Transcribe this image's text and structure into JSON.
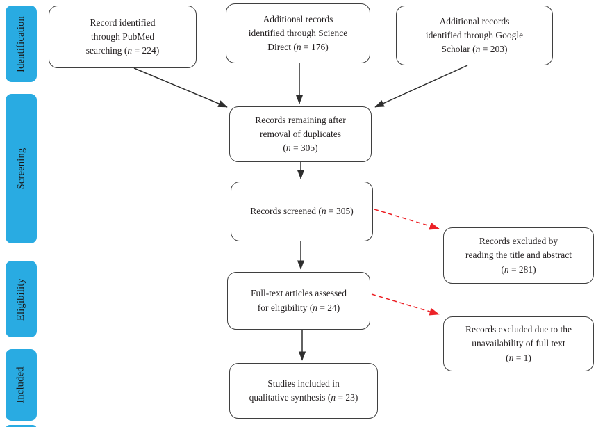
{
  "figure": {
    "type": "prisma-flow-diagram",
    "background": "#ffffff"
  },
  "colors": {
    "stage_band": "#29abe2",
    "box_border": "#3f3f3f",
    "text": "#231f20",
    "arrow_solid": "#2e2e2e",
    "arrow_excluded": "#ec2227"
  },
  "stages": [
    {
      "label": "Identification"
    },
    {
      "label": "Screening"
    },
    {
      "label": "Eligibility"
    },
    {
      "label": "Included"
    }
  ],
  "boxes": {
    "pubmed": {
      "text": "Record identified\nthrough PubMed\nsearching (n = 224)",
      "n": 224
    },
    "sciencedirect": {
      "text": "Additional records\nidentified through Science\nDirect (n = 176)",
      "n": 176
    },
    "googlescholar": {
      "text": "Additional records\nidentified through Google\nScholar (n = 203)",
      "n": 203
    },
    "duplicates": {
      "text": "Records remaining after\nremoval of duplicates\n(n = 305)",
      "n": 305
    },
    "screened": {
      "text": "Records screened (n = 305)",
      "n": 305
    },
    "excluded_title": {
      "text": "Records excluded by\nreading the title and abstract\n(n = 281)",
      "n": 281
    },
    "fulltext": {
      "text": "Full-text articles assessed\nfor eligibility (n = 24)",
      "n": 24
    },
    "excluded_fulltext": {
      "text": "Records excluded due to the\nunavailability of full text\n(n = 1)",
      "n": 1
    },
    "included": {
      "text": "Studies included in\nqualitative synthesis (n = 23)",
      "n": 23
    }
  }
}
